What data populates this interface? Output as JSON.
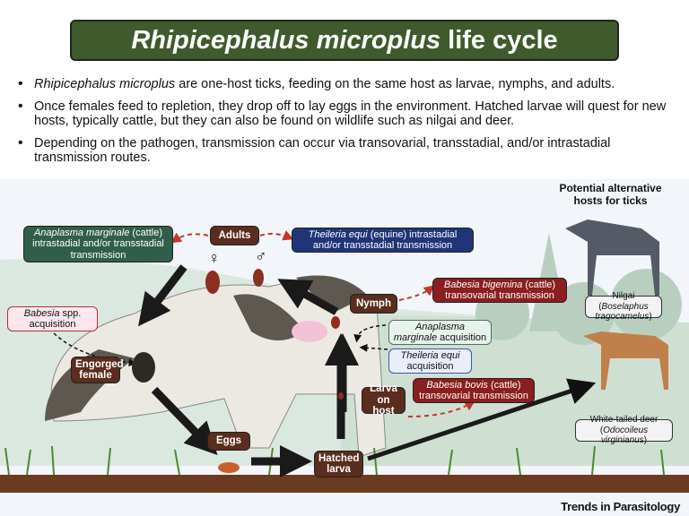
{
  "title": {
    "italic": "Rhipicephalus microplus",
    "rest": "life cycle"
  },
  "bullets": [
    {
      "italic": "Rhipicephalus microplus",
      "text": " are one-host ticks, feeding on the same host as larvae, nymphs, and adults."
    },
    {
      "italic": "",
      "text": "Once females feed to repletion, they drop off to lay eggs in the environment. Hatched larvae will quest for new hosts, typically cattle, but they can also be found on wildlife such as nilgai and deer."
    },
    {
      "italic": "",
      "text": "Depending on the pathogen, transmission can occur via transovarial, transstadial, and/or intrastadial transmission routes."
    }
  ],
  "stages": {
    "adults": "Adults",
    "engorged": "Engorged female",
    "eggs": "Eggs",
    "hatched": "Hatched larva",
    "larva_host": "Larva on host",
    "nymph": "Nymph"
  },
  "symbols": {
    "female": "♀",
    "male": "♂"
  },
  "pathogens": {
    "anaplasma_trans": {
      "italic": "Anaplasma marginale",
      "text": " (cattle) intrastadial and/or transstadial transmission"
    },
    "theileria_trans": {
      "italic": "Theileria equi",
      "text": " (equine) intrastadial and/or transstadial transmission"
    },
    "babesia_spp": {
      "italic": "Babesia",
      "text": " spp. acquisition"
    },
    "bigemina": {
      "italic": "Babesia bigemina",
      "text": " (cattle) transovarial transmission"
    },
    "anaplasma_acq": {
      "italic": "Anaplasma marginale",
      "text": " acquisition"
    },
    "theileria_acq": {
      "italic": "Theileria equi",
      "text": " acquisition"
    },
    "bovis": {
      "italic": "Babesia bovis",
      "text": " (cattle) transovarial transmission"
    }
  },
  "alt_hosts": {
    "title": "Potential alternative hosts for ticks",
    "nilgai": {
      "text1": "Nilgai (",
      "italic": "Boselaphus tragocamelus",
      "text2": ")"
    },
    "deer": {
      "text1": "White-tailed deer",
      "italic": "Odocoileus virginianus"
    }
  },
  "footer": "Trends in Parasitology"
}
